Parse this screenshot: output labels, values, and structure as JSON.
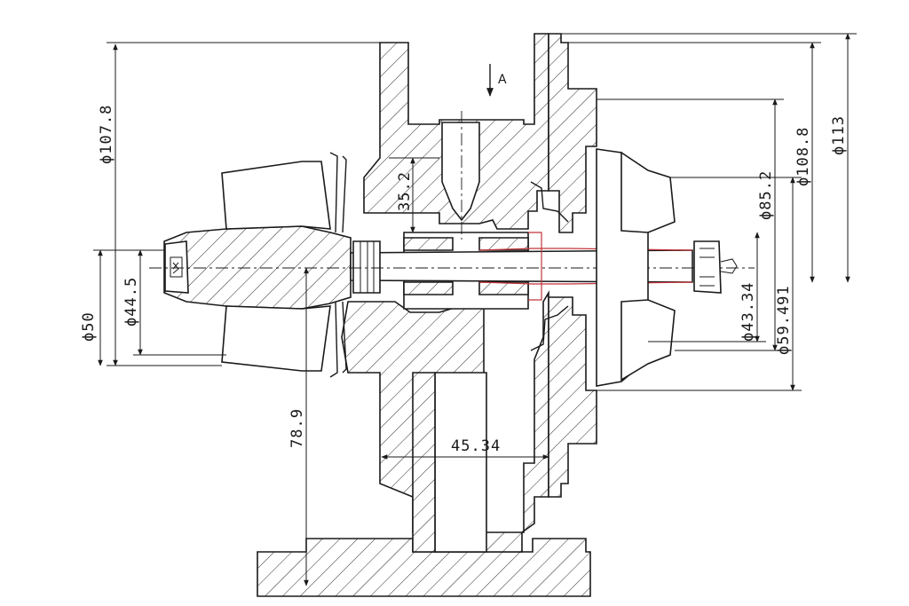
{
  "view_label": "A",
  "dimensions": {
    "d_107_8": "ϕ107.8",
    "d_50": "ϕ50",
    "d_44_5": "ϕ44.5",
    "d_35_2": "35.2",
    "d_78_9": "78.9",
    "d_45_34": "45.34",
    "d_113": "ϕ113",
    "d_108_8": "ϕ108.8",
    "d_85_2": "ϕ85.2",
    "d_43_34": "ϕ43.34",
    "d_59_491": "ϕ59.491"
  }
}
